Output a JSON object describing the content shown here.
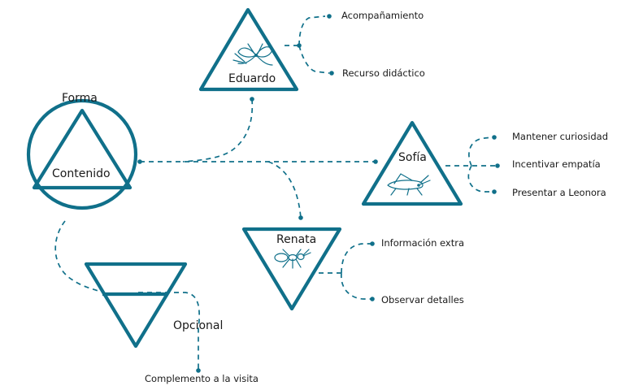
{
  "colors": {
    "accent": "#10708a",
    "text": "#1a1a1a",
    "background": "#ffffff"
  },
  "legend": {
    "outer_label": "Forma",
    "inner_label": "Contenido"
  },
  "optional": {
    "label": "Opcional",
    "detail": "Complemento a la visita"
  },
  "nodes": {
    "eduardo": {
      "name": "Eduardo",
      "icon": "butterfly-icon",
      "branches": [
        "Acompañamiento",
        "Recurso didáctico"
      ]
    },
    "sofia": {
      "name": "Sofía",
      "icon": "grasshopper-icon",
      "branches": [
        "Mantener curiosidad",
        "Incentivar empatía",
        "Presentar a Leonora"
      ]
    },
    "renata": {
      "name": "Renata",
      "icon": "ant-icon",
      "branches": [
        "Información extra",
        "Observar detalles"
      ]
    }
  }
}
